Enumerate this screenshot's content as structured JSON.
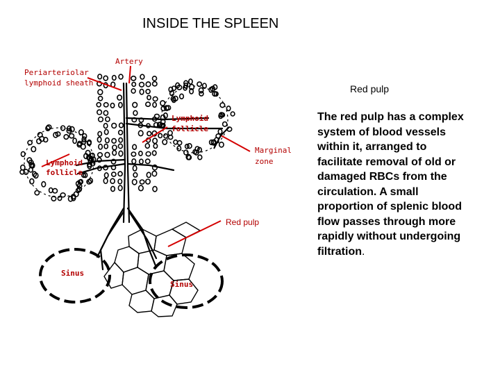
{
  "title": "INSIDE THE SPLEEN",
  "diagram": {
    "labels": {
      "artery": "Artery",
      "periarteriolar_line1": "Periarteriolar",
      "periarteriolar_line2": "lymphoid sheath",
      "lymphoid_follicle_top_line1": "Lymphoid",
      "lymphoid_follicle_top_line2": "follicle",
      "lymphoid_follicle_left_line1": "Lymphoid",
      "lymphoid_follicle_left_line2": "follicle",
      "marginal_line1": "Marginal",
      "marginal_line2": "zone",
      "red_pulp": "Red pulp",
      "sinus_left": "Sinus",
      "sinus_right": "Sinus"
    }
  },
  "side_label": "Red pulp",
  "description": {
    "main": "The red pulp has a complex system of blood vessels within it, arranged to facilitate removal of old or damaged RBCs  from the circulation. A small proportion of splenic blood flow passes through more rapidly without undergoing filtration",
    "tail": "."
  },
  "colors": {
    "label_red": "#b30000",
    "pointer_red": "#d40000",
    "ink": "#000000"
  }
}
